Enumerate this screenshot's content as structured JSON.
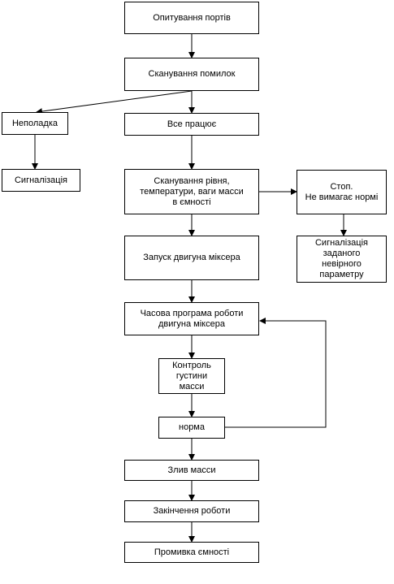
{
  "nodes": {
    "port_polling": "Опитування портів",
    "error_scan": "Сканування помилок",
    "fault": "Неполадка",
    "all_ok": "Все працює",
    "alarm": "Сигналізація",
    "level_scan": "Сканування рівня,\nтемператури, ваги масси\nв ємності",
    "stop": "Стоп.\nНе вимагає нормі",
    "mixer_start": "Запуск двигуна міксера",
    "wrong_param_alarm": "Сигналізація\nзаданого\nневірного\nпараметру",
    "mixer_timer": "Часова програма роботи\nдвигуна міксера",
    "density_control": "Контроль\nгустини\nмасси",
    "norm": "норма",
    "drain": "Злив масси",
    "finish": "Закінчення роботи",
    "tank_wash": "Промивка ємності"
  }
}
